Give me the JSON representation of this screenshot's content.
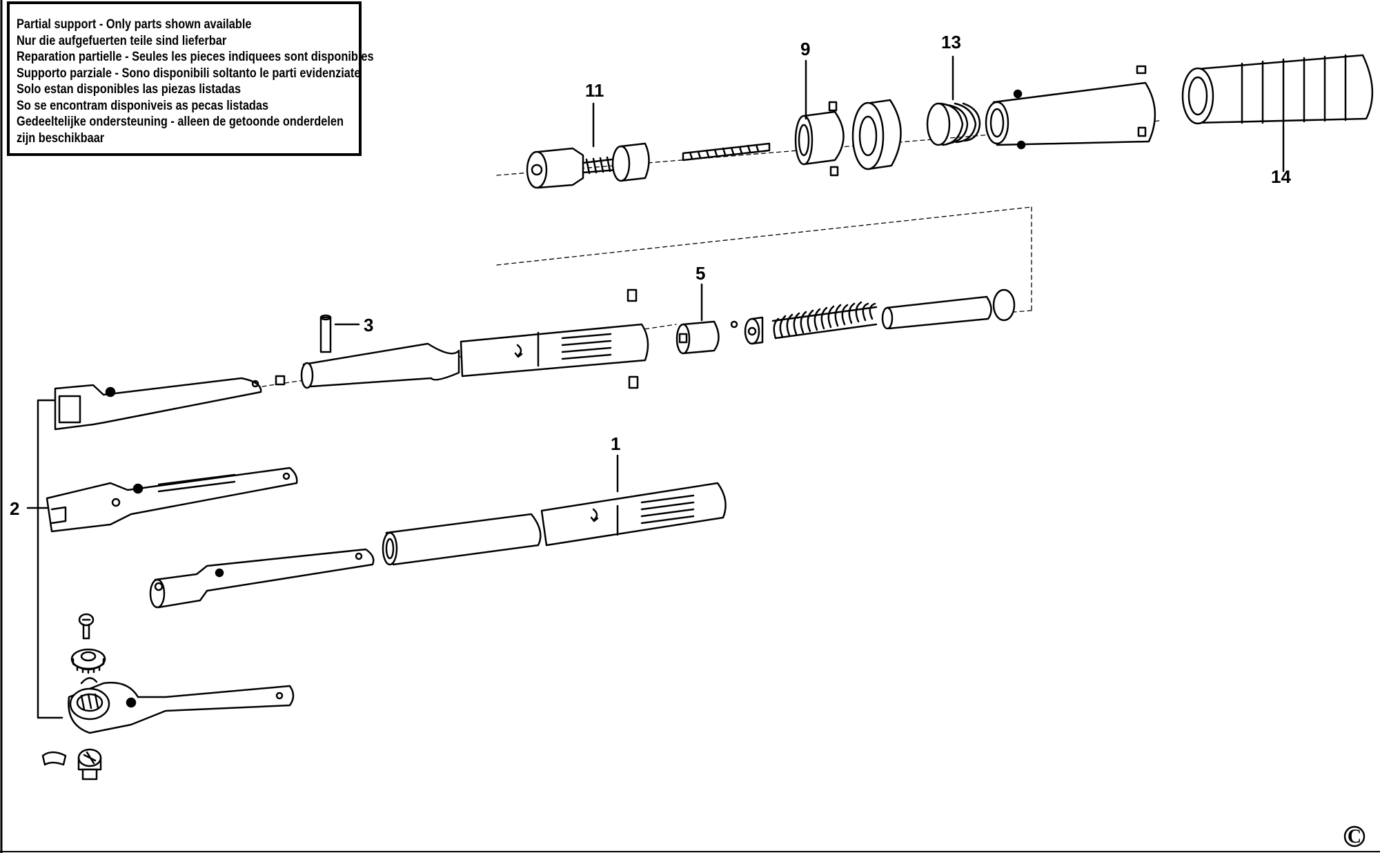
{
  "notice": {
    "lines": [
      "Partial support - Only parts shown available",
      "Nur die aufgefuerten teile sind lieferbar",
      "Reparation partielle - Seules les pieces indiquees sont disponibles",
      "Supporto parziale - Sono disponibili soltanto le parti evidenziate",
      "Solo estan disponibles las piezas listadas",
      "So se encontram disponiveis as pecas listadas",
      "Gedeeltelijke ondersteuning - alleen de getoonde onderdelen",
      "zijn beschikbaar"
    ]
  },
  "callouts": {
    "c1": "1",
    "c2": "2",
    "c3": "3",
    "c5": "5",
    "c9": "9",
    "c11": "11",
    "c13": "13",
    "c14": "14"
  },
  "copyright": "C"
}
